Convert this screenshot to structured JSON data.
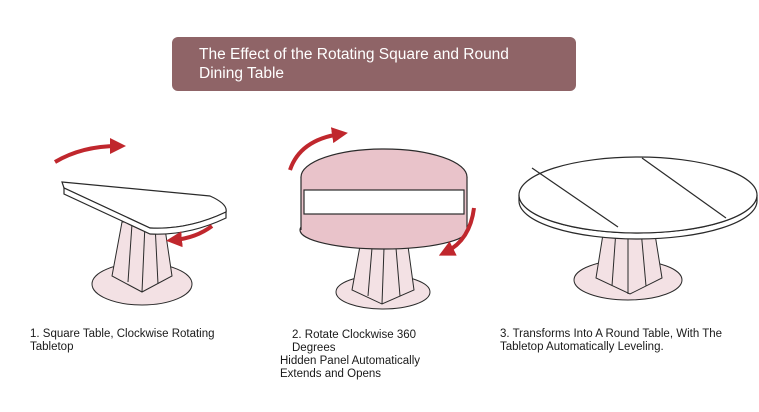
{
  "title": {
    "line1": "The Effect of the Rotating Square and Round",
    "line2": "Dining Table"
  },
  "steps": [
    {
      "line1": "1. Square Table, Clockwise Rotating",
      "line2": "Tabletop"
    },
    {
      "line1": "2. Rotate Clockwise 360",
      "line2": "Degrees",
      "line3": "Hidden Panel Automatically",
      "line4": "Extends and Opens"
    },
    {
      "line1": "3. Transforms Into A Round Table, With The",
      "line2": "Tabletop Automatically Leveling."
    }
  ],
  "colors": {
    "banner": "#8f6467",
    "arrow": "#c0272d",
    "panel_pink": "#e9c3ca",
    "base_pink": "#f3e1e4",
    "outline": "#2a2a2a"
  }
}
